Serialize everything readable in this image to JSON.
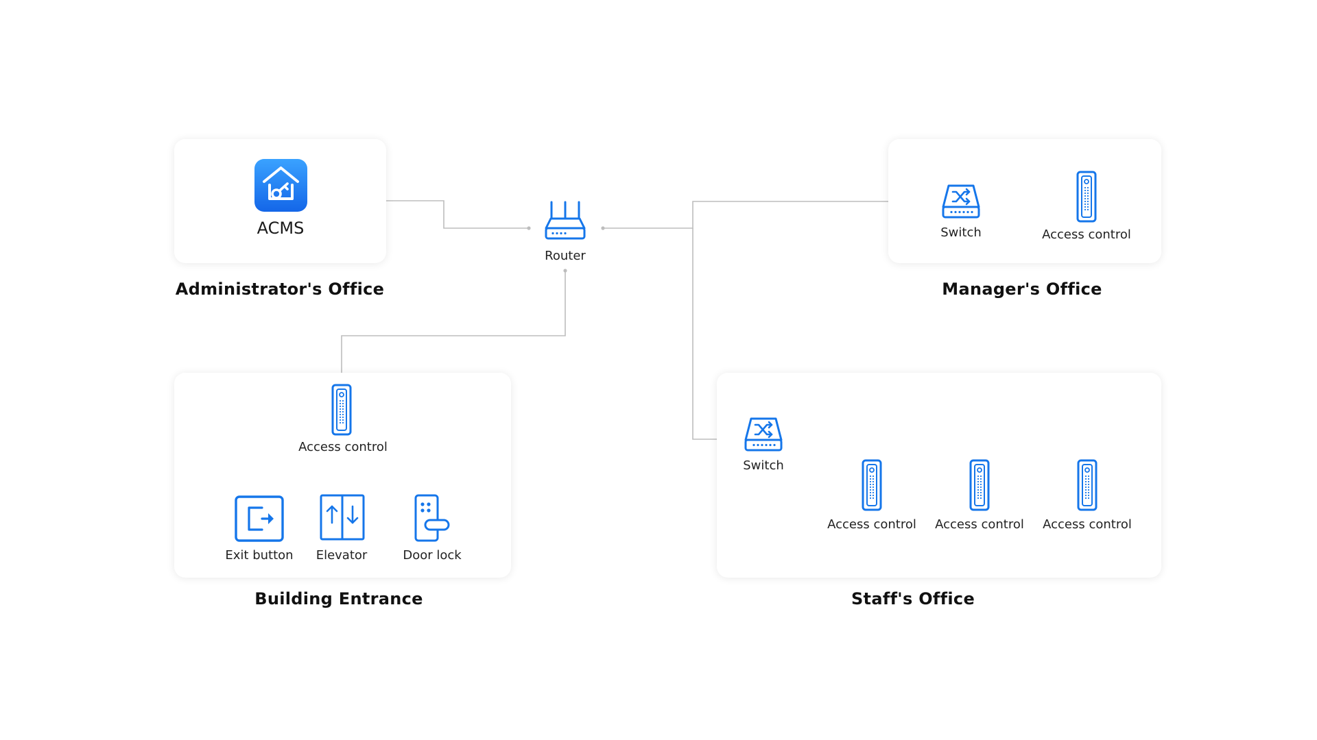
{
  "colors": {
    "accent": "#1576EA",
    "connector": "#BDBDBD",
    "app_icon_gradient_top": "#3AA2FF",
    "app_icon_gradient_bottom": "#1466E8"
  },
  "regions": {
    "admin": {
      "title": "Administrator's Office"
    },
    "manager": {
      "title": "Manager's Office"
    },
    "entrance": {
      "title": "Building Entrance"
    },
    "staff": {
      "title": "Staff's Office"
    }
  },
  "nodes": {
    "acms": {
      "label": "ACMS",
      "icon": "acms-app-icon"
    },
    "router": {
      "label": "Router",
      "icon": "router-icon"
    },
    "manager_switch": {
      "label": "Switch",
      "icon": "switch-icon"
    },
    "manager_access": {
      "label": "Access control",
      "icon": "access-control-icon"
    },
    "entrance_access": {
      "label": "Access control",
      "icon": "access-control-icon"
    },
    "exit_button": {
      "label": "Exit button",
      "icon": "exit-button-icon"
    },
    "elevator": {
      "label": "Elevator",
      "icon": "elevator-icon"
    },
    "door_lock": {
      "label": "Door lock",
      "icon": "door-lock-icon"
    },
    "staff_switch": {
      "label": "Switch",
      "icon": "switch-icon"
    },
    "staff_access_1": {
      "label": "Access control",
      "icon": "access-control-icon"
    },
    "staff_access_2": {
      "label": "Access control",
      "icon": "access-control-icon"
    },
    "staff_access_3": {
      "label": "Access control",
      "icon": "access-control-icon"
    }
  }
}
